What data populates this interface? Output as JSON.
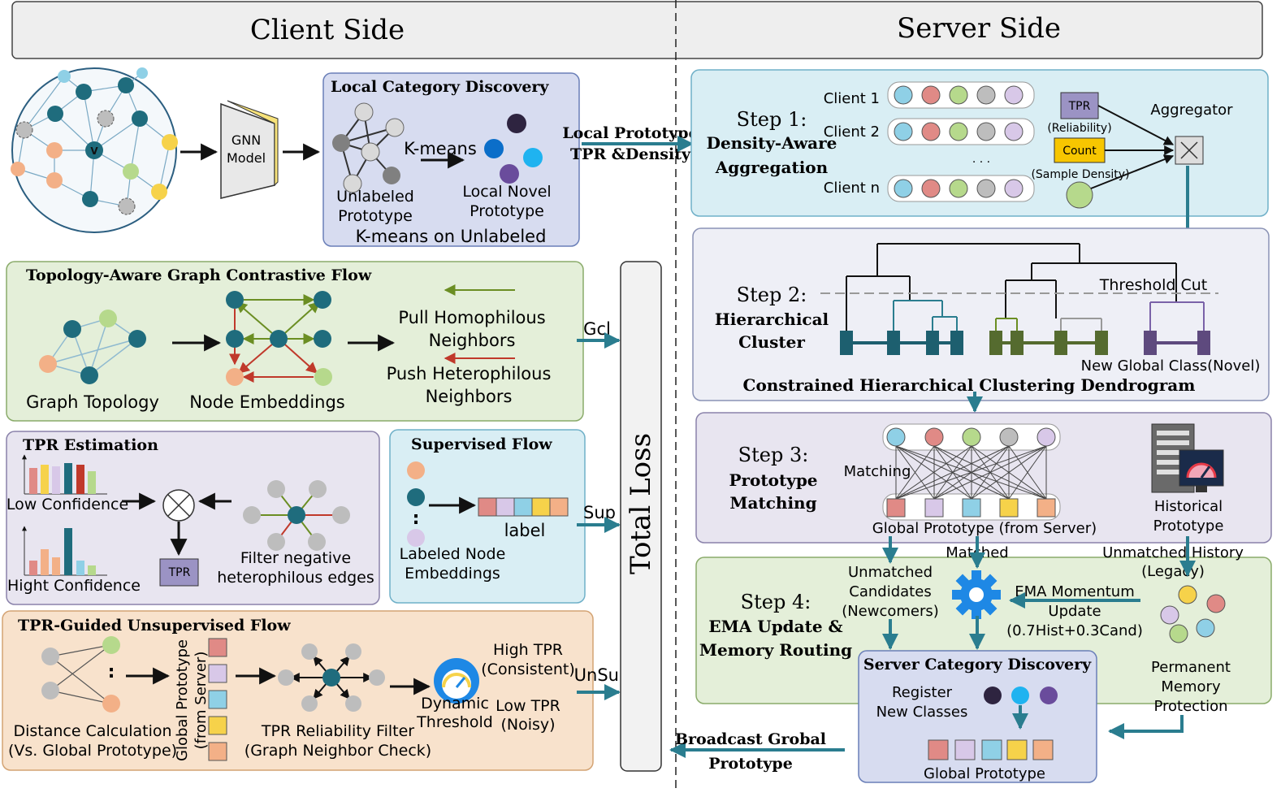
{
  "colors": {
    "teal_dark": "#1d5f6f",
    "teal_node": "#1f6c7d",
    "light_blue": "#8fd0e6",
    "salmon": "#f3b087",
    "olive": "#556b2f",
    "purple": "#5e4a7e",
    "arrow_teal": "#2a7d8f",
    "yellow": "#f6d24a",
    "green_node": "#b6d98c",
    "gray_node": "#bdbdbd",
    "lavender": "#d8c8e8",
    "pink_sq": "#e08a86"
  },
  "header": {
    "client": "Client Side",
    "server": "Server Side"
  },
  "gnn": {
    "line1": "GNN",
    "line2": "Model",
    "center_node": "V"
  },
  "lcd": {
    "title": "Local Category Discovery",
    "kmeans": "K-means",
    "unlabeled1": "Unlabeled",
    "unlabeled2": "Prototype",
    "novel1": "Local Novel",
    "novel2": "Prototype",
    "footer": "K-means on Unlabeled"
  },
  "mid_top": {
    "line1": "Local Prototype",
    "line2": "TPR &Density"
  },
  "tagc": {
    "title": "Topology-Aware Graph Contrastive Flow",
    "graph_topology": "Graph Topology",
    "node_embeddings": "Node Embeddings",
    "pull1": "Pull Homophilous",
    "pull2": "Neighbors",
    "push1": "Push Heterophilous",
    "push2": "Neighbors",
    "gcl": "Gcl"
  },
  "tpr": {
    "title": "TPR Estimation",
    "low": "Low Confidence",
    "high": "Hight Confidence",
    "tpr_box": "TPR",
    "filter1": "Filter negative",
    "filter2": "heterophilous edges"
  },
  "sup": {
    "title": "Supervised Flow",
    "label": "label",
    "dots": ":",
    "emb1": "Labeled Node",
    "emb2": "Embeddings",
    "sup": "Sup"
  },
  "unsup": {
    "title": "TPR-Guided Unsupervised Flow",
    "dots": ":",
    "dist1": "Distance Calculation",
    "dist2": "(Vs. Global Prototype)",
    "gp1": "Global Prototype",
    "gp2": "(from Server)",
    "filter1": "TPR Reliability Filter",
    "filter2": "(Graph Neighbor Check)",
    "dyn1": "Dynamic",
    "dyn2": "Threshold",
    "high1": "High  TPR",
    "high2": "(Consistent)",
    "low1": "Low  TPR",
    "low2": "(Noisy)",
    "unsup": "UnSup"
  },
  "total_loss": "Total Loss",
  "step1": {
    "l1": "Step 1:",
    "l2": "Density-Aware",
    "l3": "Aggregation",
    "client1": "Client 1",
    "client2": "Client 2",
    "clientn": "Client n",
    "dots": ". . .",
    "tpr": "TPR",
    "reliability": "(Reliability)",
    "count": "Count",
    "density": "(Sample Density)",
    "aggregator": "Aggregator"
  },
  "step2": {
    "l1": "Step 2:",
    "l2": "Hierarchical",
    "l3": "Cluster",
    "threshold": "Threshold  Cut",
    "novel": "New Global Class(Novel)",
    "caption": "Constrained Hierarchical Clustering Dendrogram"
  },
  "step3": {
    "l1": "Step 3:",
    "l2": "Prototype",
    "l3": "Matching",
    "matching": "Matching",
    "global": "Global Prototype (from Server)",
    "hist1": "Historical",
    "hist2": "Prototype"
  },
  "step4": {
    "l1": "Step 4:",
    "l2": "EMA Update &",
    "l3": "Memory Routing",
    "unm1": "Unmatched",
    "unm2": "Candidates",
    "unm3": "(Newcomers)",
    "matched": "Matched",
    "unh1": "Unmatched History",
    "unh2": "(Legacy)",
    "ema1": "EMA Momentum",
    "ema2": "Update",
    "ema3": "(0.7Hist+0.3Cand)",
    "perm1": "Permanent",
    "perm2": "Memory",
    "perm3": "Protection"
  },
  "scd": {
    "title": "Server Category Discovery",
    "reg1": "Register",
    "reg2": "New Classes",
    "global": "Global Prototype"
  },
  "broadcast": {
    "l1": "Broadcast Grobal",
    "l2": "Prototype"
  }
}
